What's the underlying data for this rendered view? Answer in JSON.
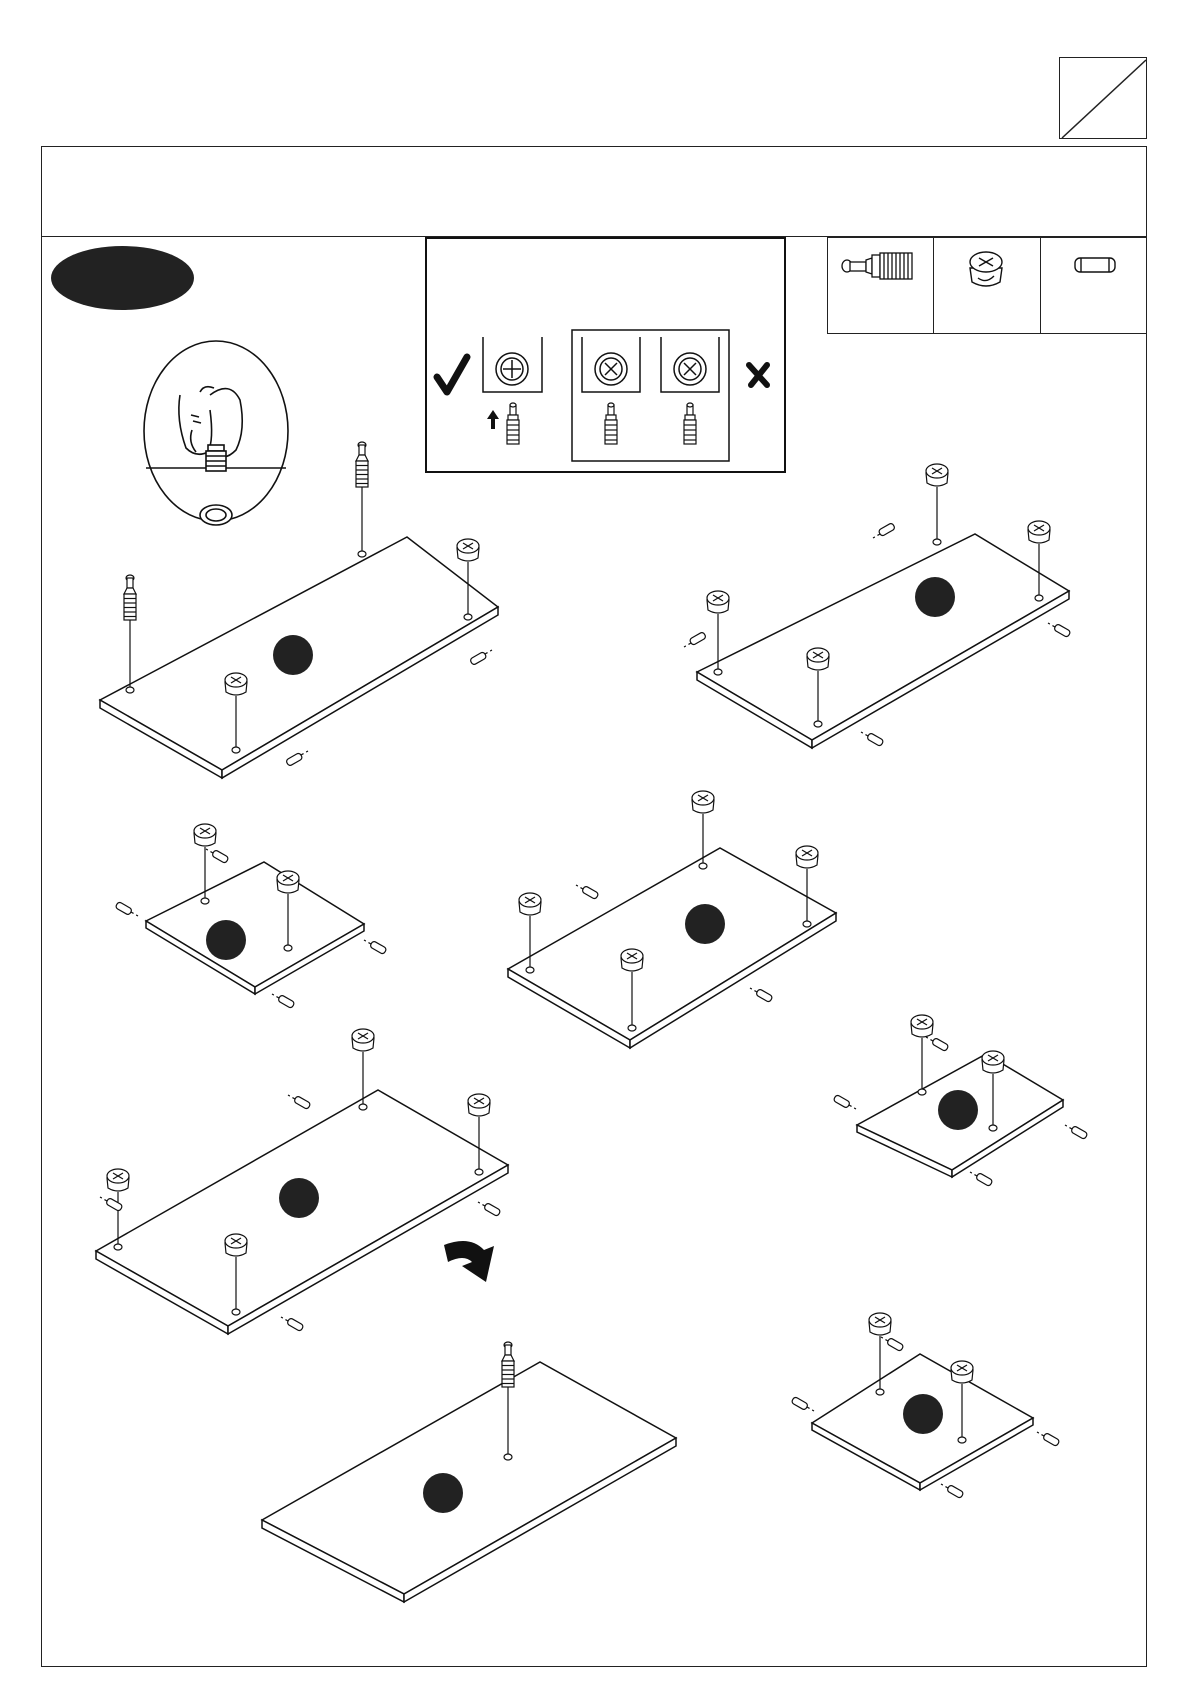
{
  "page": {
    "current": "",
    "total": "",
    "title": "",
    "step_label": ""
  },
  "parts": [
    {
      "icon": "cam-bolt-icon",
      "qty": ""
    },
    {
      "icon": "cam-lock-icon",
      "qty": ""
    },
    {
      "icon": "wood-dowel-icon",
      "qty": ""
    }
  ],
  "panels": [
    {
      "name": "panel-a",
      "label": ""
    },
    {
      "name": "panel-b",
      "label": ""
    },
    {
      "name": "panel-c",
      "label": ""
    },
    {
      "name": "panel-d",
      "label": ""
    },
    {
      "name": "panel-e",
      "label": ""
    },
    {
      "name": "panel-f",
      "label": ""
    },
    {
      "name": "panel-g",
      "label": ""
    },
    {
      "name": "panel-h",
      "label": ""
    }
  ],
  "icons": {
    "correct": "check-mark-icon",
    "incorrect": "cross-mark-icon",
    "flip": "flip-arrow-icon",
    "detail": "hand-insert-detail-icon"
  }
}
